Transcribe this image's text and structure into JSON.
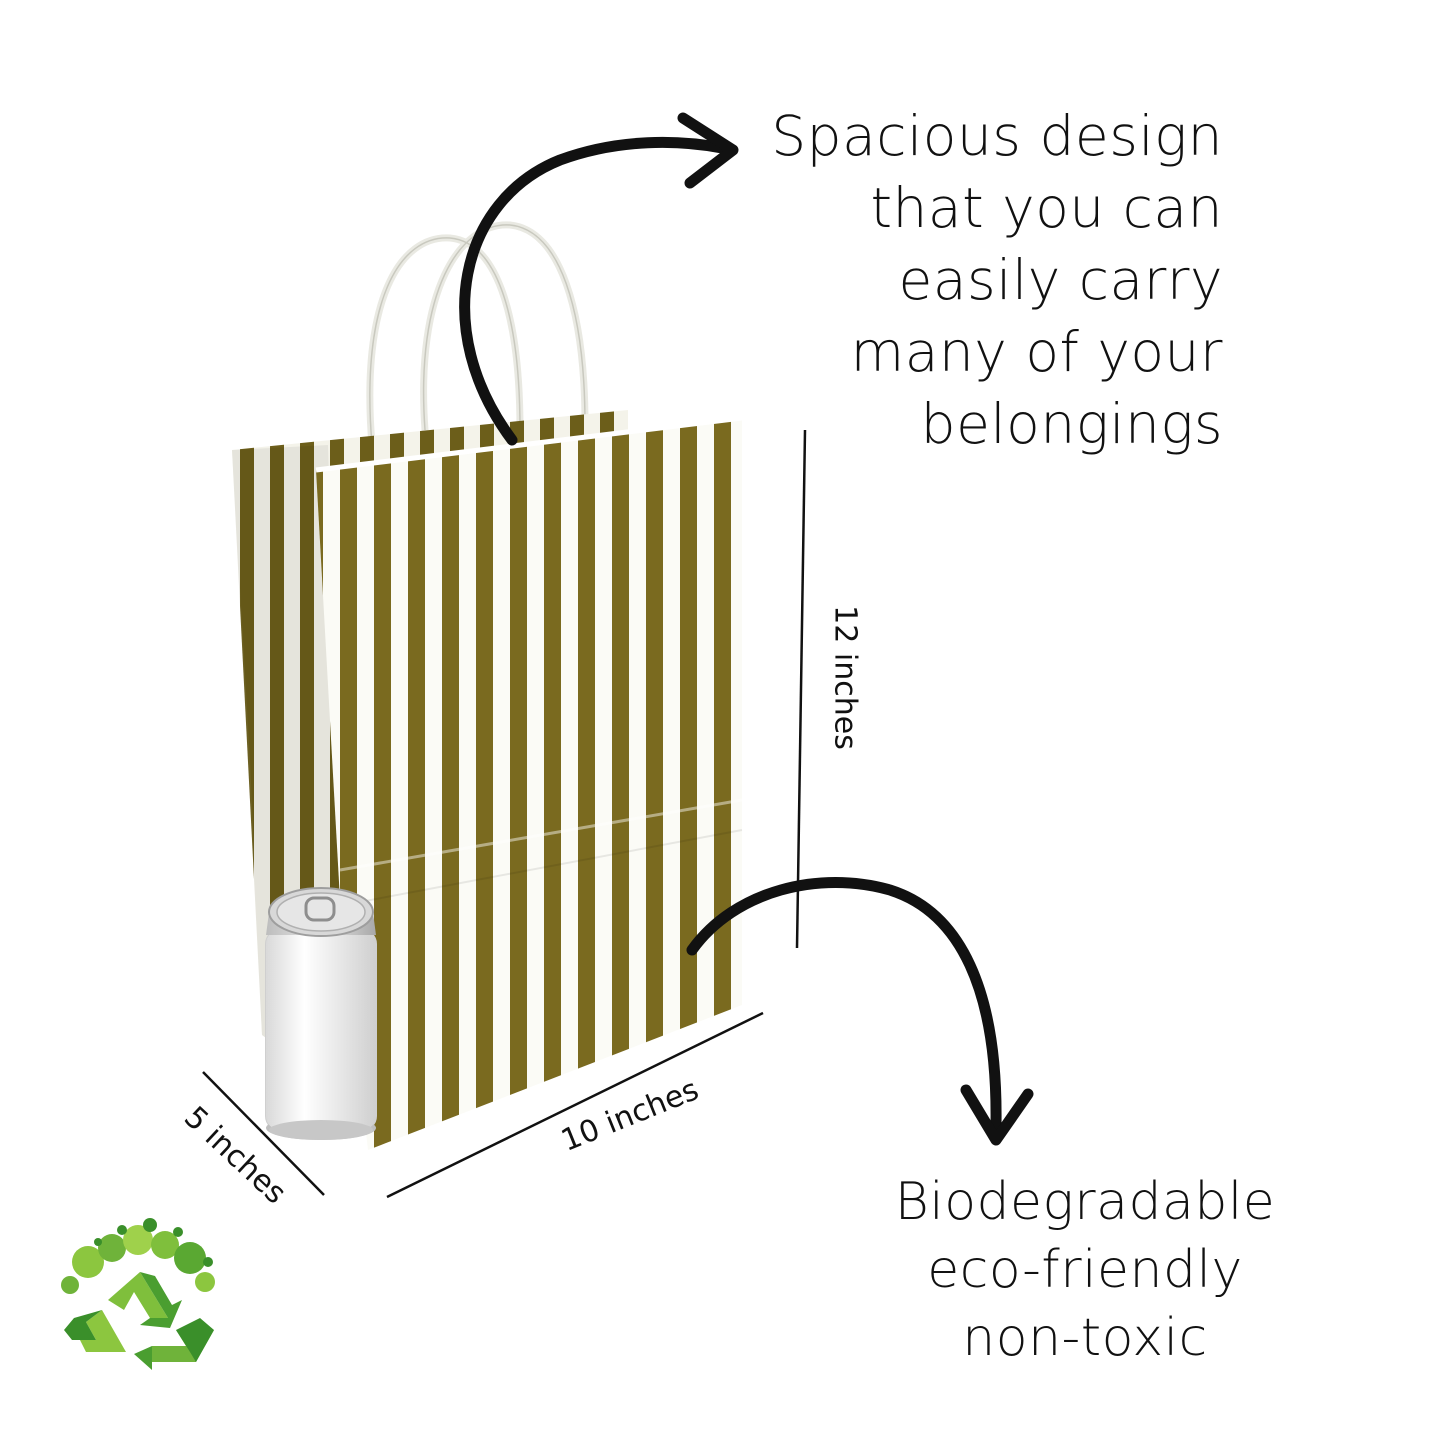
{
  "callouts": {
    "top": [
      "Spacious design",
      "that you can",
      "easily carry",
      "many of your",
      "belongings"
    ],
    "bottom": [
      "Biodegradable",
      "eco-friendly",
      "non-toxic"
    ]
  },
  "dimensions": {
    "height": "12 inches",
    "width": "10 inches",
    "depth": "5 inches"
  },
  "icons": [
    "curved-arrow-icon",
    "recycle-leaf-icon"
  ],
  "colors": {
    "stripe": "#7a6a1f",
    "text": "#111111",
    "background": "#ffffff",
    "leaf_light": "#8cc63f",
    "leaf_dark": "#3a8f2a"
  }
}
